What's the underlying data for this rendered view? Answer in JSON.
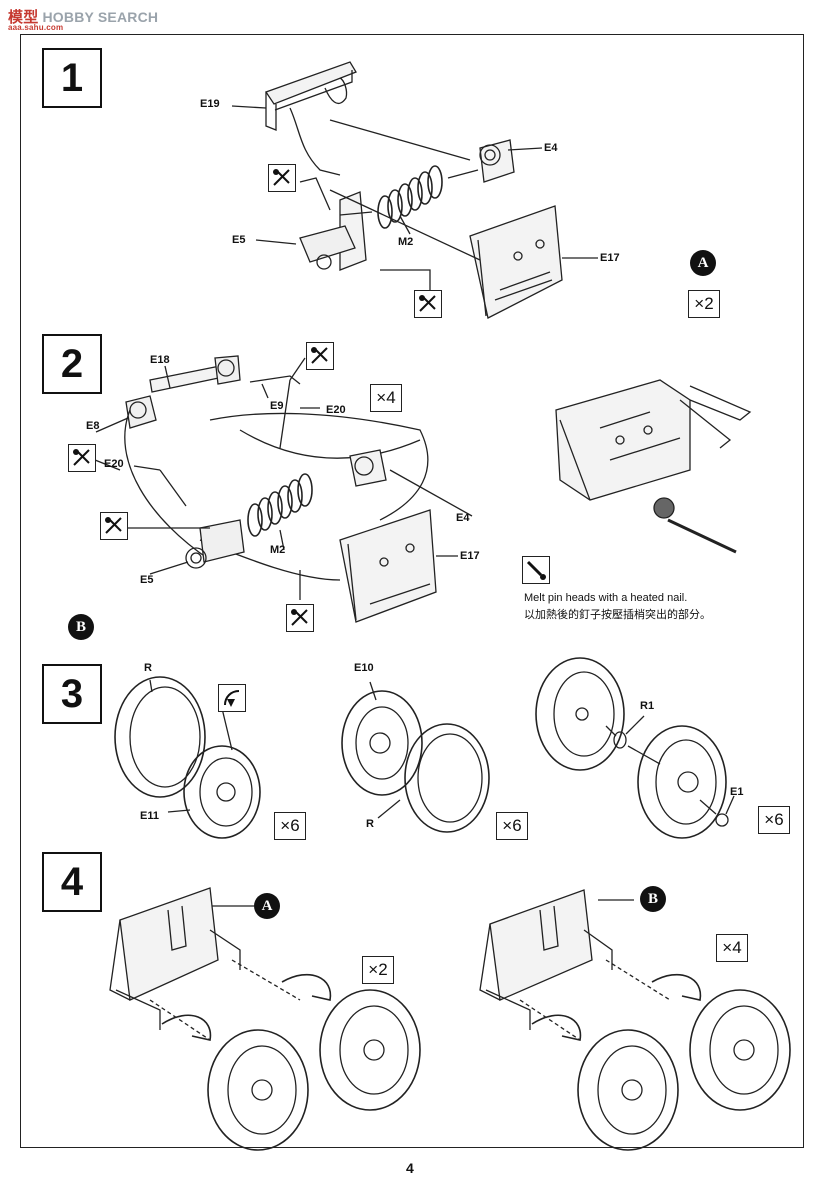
{
  "watermark": {
    "logo": "模型",
    "text": "HOBBY SEARCH",
    "sub": "aaa.sahu.com"
  },
  "steps": [
    {
      "number": "1"
    },
    {
      "number": "2"
    },
    {
      "number": "3"
    },
    {
      "number": "4"
    }
  ],
  "step1": {
    "parts": [
      "E19",
      "E4",
      "E5",
      "M2",
      "E17"
    ],
    "marker": "A",
    "qty": "×2"
  },
  "step2": {
    "parts": [
      "E18",
      "E9",
      "E20",
      "E8",
      "E20",
      "E4",
      "M2",
      "E5",
      "E17"
    ],
    "marker": "B",
    "qty": "×4"
  },
  "note": {
    "en": "Melt pin heads with a heated nail.",
    "zh": "以加熱後的釘子按壓插梢突出的部分。"
  },
  "step3": {
    "groups": [
      {
        "parts": [
          "R",
          "E11"
        ],
        "qty": "×6"
      },
      {
        "parts": [
          "E10",
          "R"
        ],
        "qty": "×6"
      },
      {
        "parts": [
          "R1",
          "E1"
        ],
        "qty": "×6"
      }
    ]
  },
  "step4": {
    "markers": [
      "A",
      "B"
    ],
    "qtys": [
      "×2",
      "×4"
    ]
  },
  "page_number": "4",
  "icons": [
    "glue-icon",
    "paint-icon",
    "heated-nail-icon"
  ]
}
